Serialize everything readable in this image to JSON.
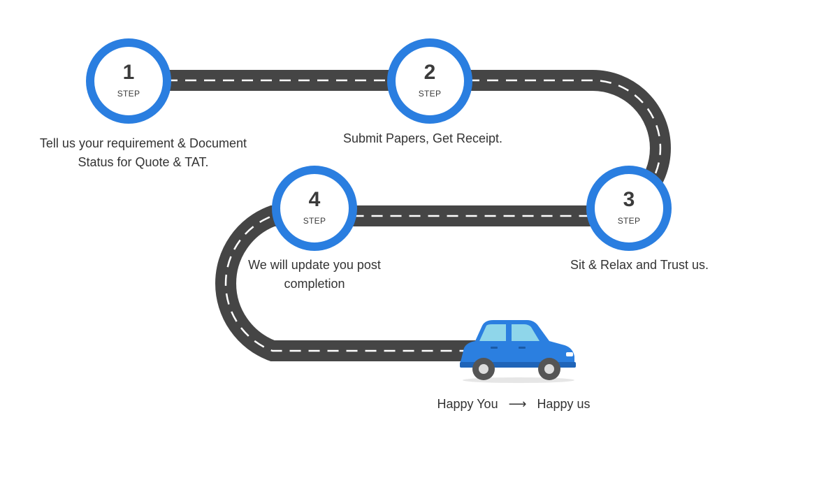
{
  "steps": [
    {
      "number": "1",
      "word": "STEP",
      "caption": "Tell us your requirement & Document Status for Quote & TAT."
    },
    {
      "number": "2",
      "word": "STEP",
      "caption": "Submit Papers, Get Receipt."
    },
    {
      "number": "3",
      "word": "STEP",
      "caption": "Sit & Relax and Trust us."
    },
    {
      "number": "4",
      "word": "STEP",
      "caption": "We will update you post completion"
    }
  ],
  "footer": {
    "left": "Happy You",
    "arrow": "⟶",
    "right": "Happy us"
  },
  "colors": {
    "accent": "#2a7ee0",
    "road": "#454545",
    "lane": "#ffffff",
    "car_body": "#2b7fe0",
    "car_window": "#8fd6ea",
    "text": "#333333"
  },
  "icons": {
    "vehicle": "car-icon"
  }
}
